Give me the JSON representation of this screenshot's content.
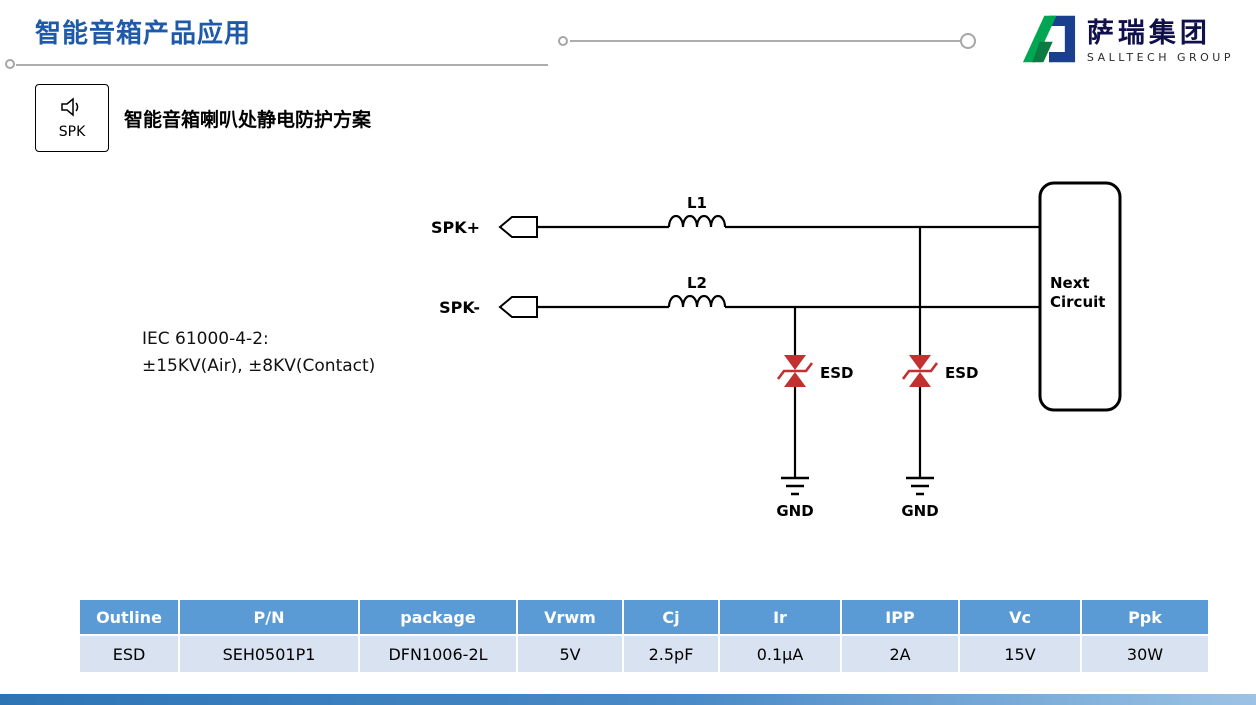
{
  "header": {
    "title": "智能音箱产品应用",
    "logo_name": "萨瑞集团",
    "logo_subtitle": "SALLTECH GROUP"
  },
  "section": {
    "spk_label": "SPK",
    "heading": "智能音箱喇叭处静电防护方案"
  },
  "circuit": {
    "port_plus": "SPK+",
    "port_minus": "SPK-",
    "inductor1": "L1",
    "inductor2": "L2",
    "esd1": "ESD",
    "esd2": "ESD",
    "gnd1": "GND",
    "gnd2": "GND",
    "next_circuit_line1": "Next",
    "next_circuit_line2": "Circuit",
    "iec_line1": "IEC 61000-4-2:",
    "iec_line2": "±15KV(Air), ±8KV(Contact)"
  },
  "table": {
    "headers": [
      "Outline",
      "P/N",
      "package",
      "Vrwm",
      "Cj",
      "Ir",
      "IPP",
      "Vc",
      "Ppk"
    ],
    "rows": [
      [
        "ESD",
        "SEH0501P1",
        "DFN1006-2L",
        "5V",
        "2.5pF",
        "0.1μA",
        "2A",
        "15V",
        "30W"
      ]
    ]
  },
  "colors": {
    "title_blue": "#1E5AA8",
    "table_header_bg": "#5B9BD5",
    "table_row_bg": "#D9E2F0",
    "esd_red": "#C23030",
    "bottom_bar_blue": "#2E74B5",
    "logo_green": "#00A651",
    "logo_blue": "#1B3F8F"
  }
}
